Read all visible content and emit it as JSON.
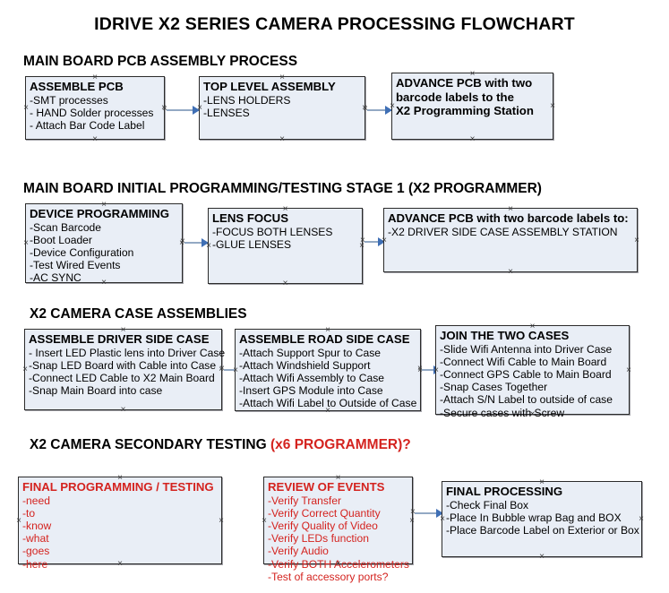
{
  "title": "IDRIVE X2  SERIES CAMERA PROCESSING FLOWCHART",
  "colors": {
    "node_fill": "#e9eef6",
    "node_border": "#2b2b2b",
    "connector_line": "#93a9c4",
    "connector_arrow": "#3f6fb5",
    "accent_red": "#d4231f",
    "text": "#000000"
  },
  "sections": [
    {
      "id": "main-board-pcb-assembly-process",
      "heading": "MAIN BOARD PCB ASSEMBLY PROCESS",
      "heading_accent": "",
      "nodes": [
        {
          "id": "assemble-pcb",
          "title": "ASSEMBLE PCB",
          "lines": [
            "-SMT processes",
            "- HAND Solder processes",
            "- Attach Bar Code Label"
          ]
        },
        {
          "id": "top-level-assembly",
          "title": "TOP LEVEL ASSEMBLY",
          "lines": [
            "-LENS HOLDERS",
            "-LENSES"
          ]
        },
        {
          "id": "advance-pcb-to-x2-programming-station",
          "title": "ADVANCE PCB with two",
          "lines": [
            "barcode labels to the",
            " X2 Programming Station"
          ],
          "all_bold": true
        }
      ]
    },
    {
      "id": "main-board-initial-programming-testing-stage-1",
      "heading": "MAIN BOARD INITIAL PROGRAMMING/TESTING STAGE 1 (X2 PROGRAMMER)",
      "heading_accent": "",
      "nodes": [
        {
          "id": "device-programming",
          "title": "DEVICE PROGRAMMING",
          "lines": [
            "-Scan Barcode",
            "-Boot Loader",
            "-Device Configuration",
            "-Test Wired Events",
            "-AC SYNC"
          ]
        },
        {
          "id": "lens-focus",
          "title": "LENS FOCUS",
          "lines": [
            "-FOCUS BOTH LENSES",
            "-GLUE LENSES"
          ]
        },
        {
          "id": "advance-pcb-to-driver-side-case-assembly-station",
          "title": "ADVANCE PCB with two barcode labels to:",
          "lines": [
            "-X2 DRIVER  SIDE  CASE  ASSEMBLY STATION"
          ]
        }
      ]
    },
    {
      "id": "x2-camera-case-assemblies",
      "heading": "X2 CAMERA CASE ASSEMBLIES",
      "heading_accent": "",
      "nodes": [
        {
          "id": "assemble-driver-side-case",
          "title": "ASSEMBLE DRIVER SIDE CASE",
          "lines": [
            "- Insert LED Plastic lens into Driver Case",
            "-Snap LED Board with Cable into Case",
            "-Connect LED Cable to X2 Main Board",
            "-Snap Main Board into case"
          ]
        },
        {
          "id": "assemble-road-side-case",
          "title": "ASSEMBLE ROAD SIDE CASE",
          "lines": [
            "-Attach Support Spur to Case",
            "-Attach Windshield Support",
            "-Attach Wifi Assembly to Case",
            "-Insert GPS Module into Case",
            "-Attach Wifi Label to Outside of Case"
          ]
        },
        {
          "id": "join-the-two-cases",
          "title": "JOIN THE TWO CASES",
          "lines": [
            "-Slide Wifi Antenna into Driver Case",
            "-Connect Wifi Cable to Main Board",
            "-Connect GPS Cable to Main Board",
            "-Snap Cases Together",
            "-Attach S/N Label to outside of case",
            "-Secure cases with Screw"
          ]
        }
      ]
    },
    {
      "id": "x2-camera-secondary-testing",
      "heading": "X2 CAMERA SECONDARY TESTING ",
      "heading_accent": "(x6 PROGRAMMER)?",
      "nodes": [
        {
          "id": "final-programming-testing",
          "title": "FINAL PROGRAMMING / TESTING",
          "red": true,
          "lines": [
            "-need",
            "-to",
            "-know",
            "-what",
            "-goes",
            "-here"
          ]
        },
        {
          "id": "review-of-events",
          "title": "REVIEW OF EVENTS",
          "red": true,
          "lines": [
            "-Verify Transfer",
            "-Verify Correct Quantity",
            "-Verify Quality of Video",
            "-Verify LEDs function",
            "-Verify Audio",
            "-Verify BOTH Accelerometers",
            "-Test of accessory ports?"
          ]
        },
        {
          "id": "final-processing",
          "title": "FINAL PROCESSING",
          "lines": [
            " -Check Final Box",
            "-Place In Bubble wrap Bag and BOX",
            "-Place Barcode Label on Exterior or Box"
          ]
        }
      ]
    }
  ],
  "handle_glyph": "×",
  "connectors": [
    {
      "id": "assemble-pcb-to-top-level-assembly"
    },
    {
      "id": "top-level-assembly-to-advance-pcb"
    },
    {
      "id": "device-programming-to-lens-focus"
    },
    {
      "id": "lens-focus-to-advance-pcb"
    },
    {
      "id": "driver-side-to-road-side"
    },
    {
      "id": "road-side-to-join-cases"
    },
    {
      "id": "review-of-events-to-final-processing"
    }
  ]
}
